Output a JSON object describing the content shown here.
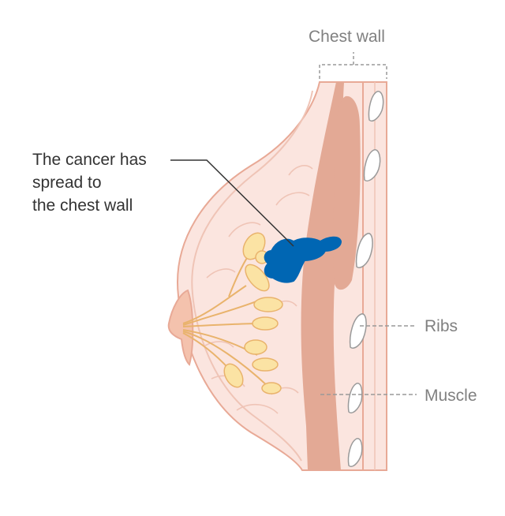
{
  "labels": {
    "cancer_line1": "The cancer has",
    "cancer_line2": "spread to",
    "cancer_line3": "the chest wall",
    "chest_wall": "Chest wall",
    "ribs": "Ribs",
    "muscle": "Muscle"
  },
  "colors": {
    "skin_fill": "#fbe5df",
    "skin_outline": "#e8a996",
    "inner_line": "#efc4b6",
    "muscle": "#e3a995",
    "lobule_fill": "#fbe3a4",
    "lobule_outline": "#e9b36c",
    "tumour": "#0066b3",
    "rib_fill": "#ffffff",
    "rib_outline": "#9a9a9a",
    "leader_dark": "#333333",
    "leader_grey": "#999999",
    "label_dark": "#333333",
    "label_grey": "#808080"
  }
}
